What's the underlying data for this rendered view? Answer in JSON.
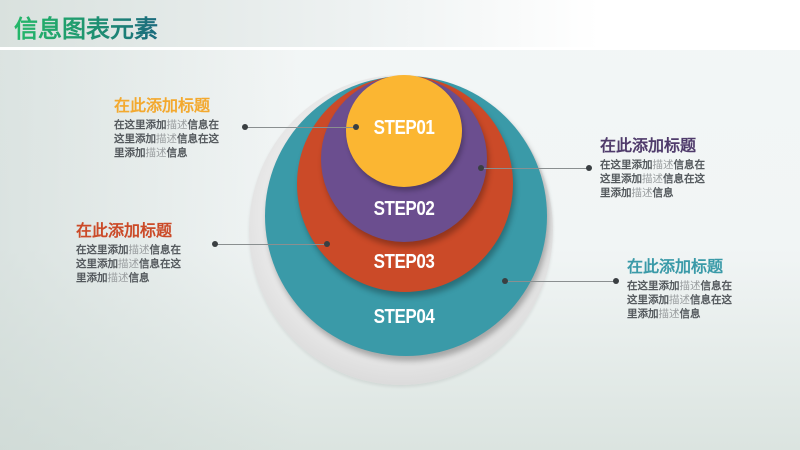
{
  "header": {
    "title": "信息图表元素"
  },
  "diagram": {
    "steps": [
      {
        "label": "STEP01",
        "color": "#fbb632"
      },
      {
        "label": "STEP02",
        "color": "#6b4e8f"
      },
      {
        "label": "STEP03",
        "color": "#cb4a28"
      },
      {
        "label": "STEP04",
        "color": "#3a9aa8"
      }
    ],
    "outer_ring_color": "#e0e0e0"
  },
  "callouts": [
    {
      "title": "在此添加标题",
      "title_color": "#f3a92f",
      "lines": [
        [
          "在这里添加",
          "描述",
          "信息在"
        ],
        [
          "这里添加",
          "描述",
          "信息在这"
        ],
        [
          "里添加",
          "描述",
          "信息"
        ]
      ]
    },
    {
      "title": "在此添加标题",
      "title_color": "#4f3b6b",
      "lines": [
        [
          "在这里添加",
          "描述",
          "信息在"
        ],
        [
          "这里添加",
          "描述",
          "信息在这"
        ],
        [
          "里添加",
          "描述",
          "信息"
        ]
      ]
    },
    {
      "title": "在此添加标题",
      "title_color": "#cb4a28",
      "lines": [
        [
          "在这里添加",
          "描述",
          "信息在"
        ],
        [
          "这里添加",
          "描述",
          "信息在这"
        ],
        [
          "里添加",
          "描述",
          "信息"
        ]
      ]
    },
    {
      "title": "在此添加标题",
      "title_color": "#3a9aa8",
      "lines": [
        [
          "在这里添加",
          "描述",
          "信息在"
        ],
        [
          "这里添加",
          "描述",
          "信息在这"
        ],
        [
          "里添加",
          "描述",
          "信息"
        ]
      ]
    }
  ]
}
